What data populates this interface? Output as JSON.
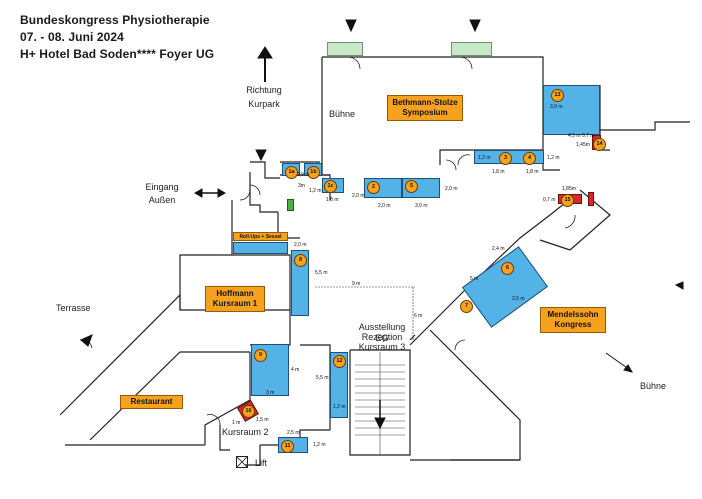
{
  "header": {
    "line1": "Bundeskongress Physiotherapie",
    "line2": "07. - 08. Juni 2024",
    "line3": "H+ Hotel Bad Soden**** Foyer UG"
  },
  "labels": {
    "richtung": "Richtung",
    "kurpark": "Kurpark",
    "buehne_top": "Bühne",
    "eingang": "Eingang",
    "aussen": "Außen",
    "terrasse": "Terrasse",
    "ausstellung1": "Ausstellung EG",
    "ausstellung2": "Rezeption",
    "ausstellung3": "Kursraum 3",
    "kursraum2": "Kursraum 2",
    "lift": "Lift",
    "buehne_right": "Bühne"
  },
  "rooms": {
    "bethmann1": "Bethmann-Stolze",
    "bethmann2": "Symposium",
    "hoffmann1": "Hoffmann",
    "hoffmann2": "Kursraum 1",
    "mendelssohn1": "Mendelssohn",
    "mendelssohn2": "Kongress",
    "restaurant": "Restaurant",
    "rollups": "Roll-Ups + Sessel"
  },
  "booths": {
    "b1a": "1a",
    "b1b": "1b",
    "b1c": "1c",
    "b2": "2",
    "b3": "3",
    "b4": "4",
    "b5": "5",
    "b6": "6",
    "b7": "7",
    "b8": "8",
    "b9": "9",
    "b10": "10",
    "b11": "11",
    "b12": "12",
    "b13": "13",
    "b14": "14",
    "b15": "15",
    "b16": "16"
  },
  "dims": {
    "d1a_w": "1,9 m",
    "d3m": "3m",
    "d12a": "1,2 m",
    "d18a": "1,8 m",
    "d20a": "2,0 m",
    "d20b": "2,0 m",
    "d30a": "3,0 m",
    "d20c": "2,0 m",
    "d12b": "1,2 m",
    "d18b": "1,8 m",
    "d18c": "1,8 m",
    "d12c": "1,2 m",
    "d39": "3,9 m",
    "d45": "4,5 m",
    "d07a": "0,7 m",
    "d145": "1,45m",
    "d185": "1,85m",
    "d07b": "0,7 m",
    "d24": "2,4 m",
    "d5m": "5 m",
    "d35": "3,5 m",
    "d20d": "2,0 m",
    "d55a": "5,5 m",
    "d9m": "9 m",
    "d6m": "6 m",
    "d4m": "4 m",
    "d3m_b": "3 m",
    "d55b": "5,5 m",
    "d12d": "1,2 m",
    "d1m": "1 m",
    "d15": "1,5 m",
    "d25": "2,5 m",
    "d12e": "1,2 m"
  },
  "colors": {
    "booth": "#53b3e6",
    "room": "#f7a21f",
    "red": "#d62a2a",
    "green": "#4fae48"
  }
}
